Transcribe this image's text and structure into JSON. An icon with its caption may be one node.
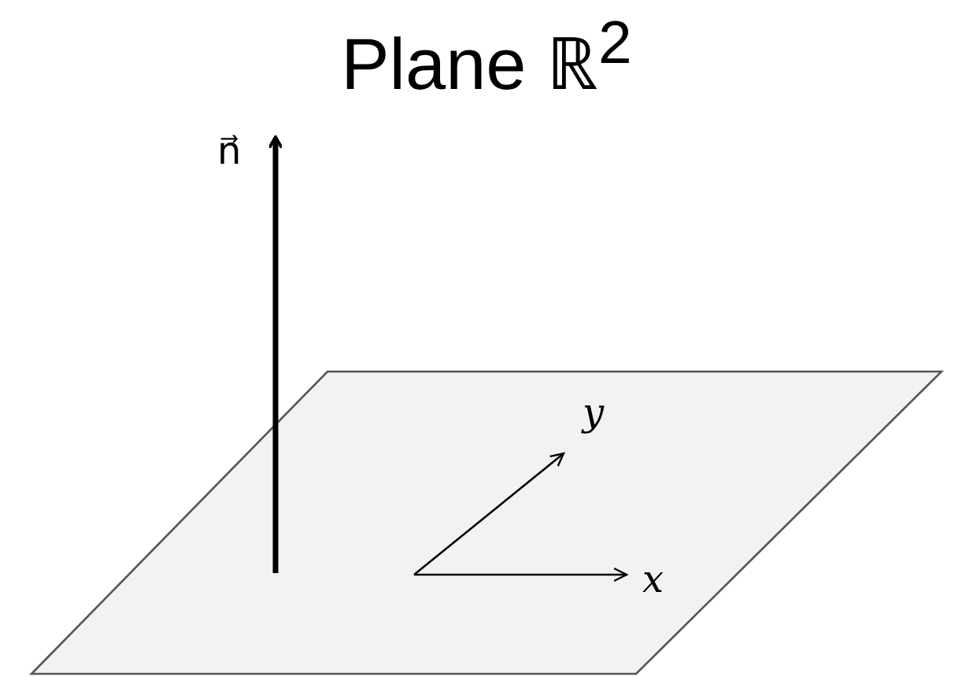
{
  "diagram": {
    "title": "Plane ℝ$^{2}$",
    "labels": [
      "n⃗",
      "y",
      "x"
    ]
  }
}
